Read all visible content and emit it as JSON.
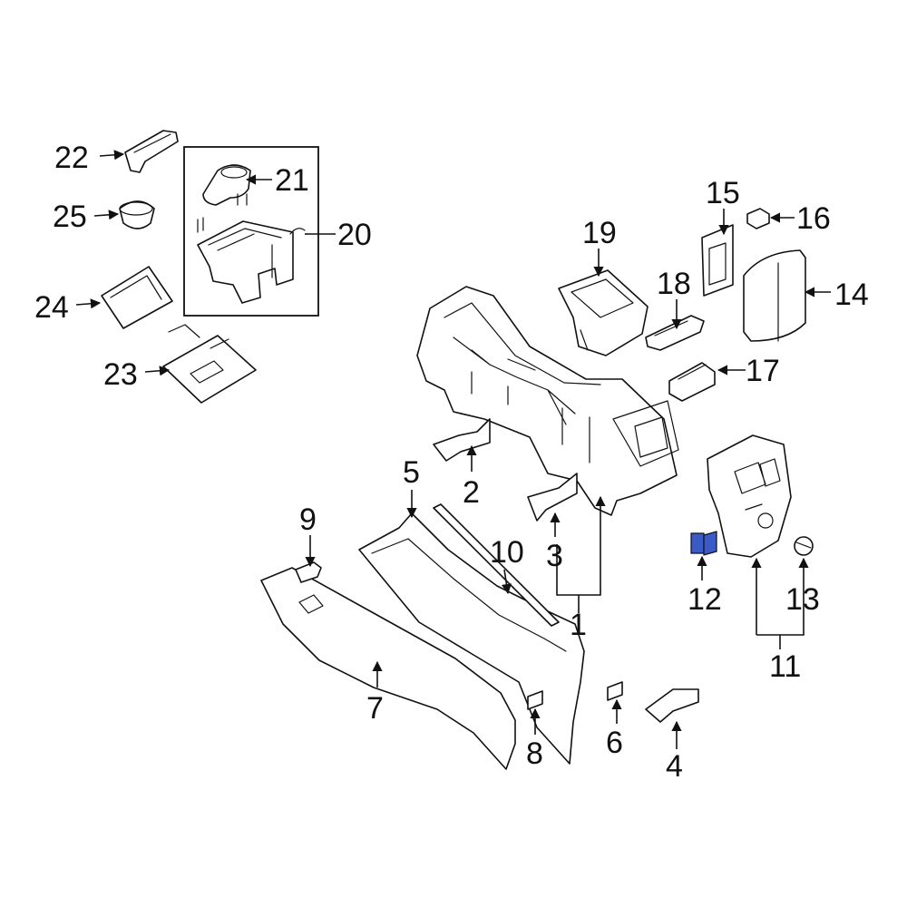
{
  "callouts": {
    "c1": "1",
    "c2": "2",
    "c3": "3",
    "c4": "4",
    "c5": "5",
    "c6": "6",
    "c7": "7",
    "c8": "8",
    "c9": "9",
    "c10": "10",
    "c11": "11",
    "c12": "12",
    "c13": "13",
    "c14": "14",
    "c15": "15",
    "c16": "16",
    "c17": "17",
    "c18": "18",
    "c19": "19",
    "c20": "20",
    "c21": "21",
    "c22": "22",
    "c23": "23",
    "c24": "24",
    "c25": "25"
  },
  "highlight_color": "#3a5bc7",
  "line_color": "#111111"
}
